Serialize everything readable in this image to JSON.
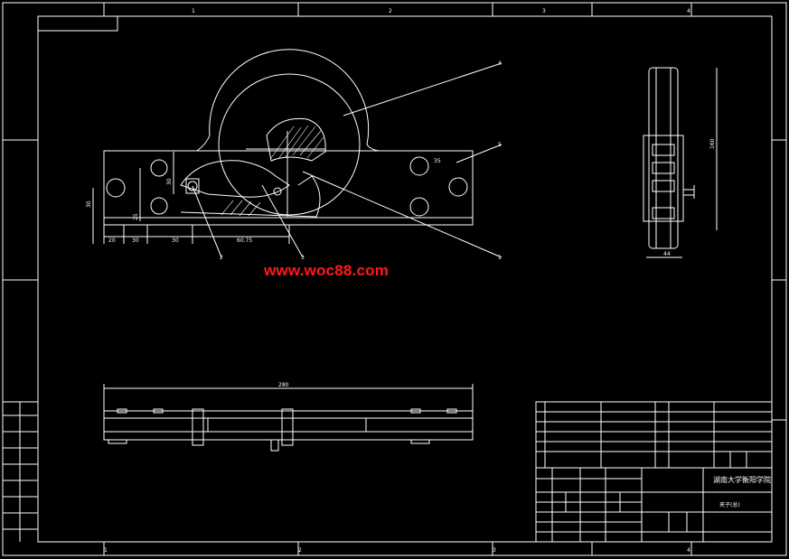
{
  "watermark": "www.woc88.com",
  "colors": {
    "background": "#000000",
    "line": "#ffffff",
    "watermark": "#ff1a1a"
  },
  "border": {
    "top_zone_marks": [
      "1",
      "2",
      "3",
      "4"
    ],
    "bottom_zone_marks": [
      "1",
      "2",
      "3",
      "4"
    ]
  },
  "front_view": {
    "leader_labels": [
      "4",
      "5",
      "1",
      "2",
      "3"
    ],
    "dimensions": [
      "20",
      "30",
      "30",
      "60.75",
      "30",
      "25",
      "30",
      "35"
    ]
  },
  "side_view": {
    "dimensions": [
      "44",
      "160"
    ]
  },
  "bottom_view": {
    "dimensions": [
      "280"
    ]
  },
  "title_block": {
    "school": "湖南大学衡阳学院",
    "drawing_name": "夹子(总)"
  }
}
